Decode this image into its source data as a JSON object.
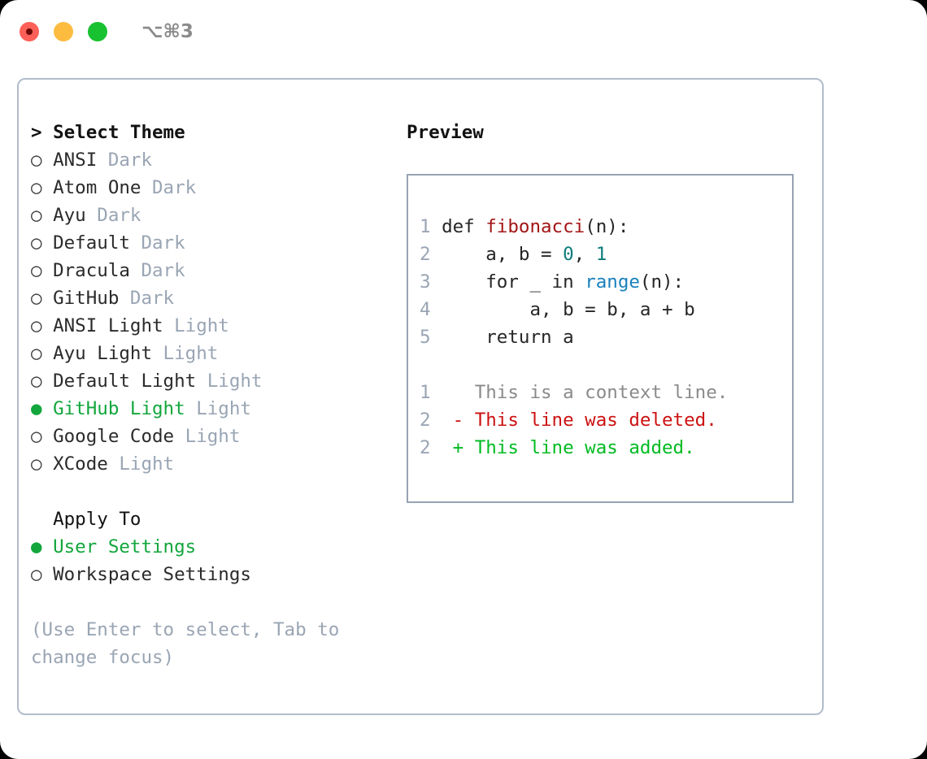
{
  "window": {
    "traffic_lights": [
      "close-dot",
      "minimize-dot",
      "maximize-dot"
    ],
    "shortcut": "⌥⌘3"
  },
  "theme_picker": {
    "header": "> Select Theme",
    "items": [
      {
        "marker": "○",
        "name": "ANSI",
        "variant": "Dark",
        "selected": false
      },
      {
        "marker": "○",
        "name": "Atom One",
        "variant": "Dark",
        "selected": false
      },
      {
        "marker": "○",
        "name": "Ayu",
        "variant": "Dark",
        "selected": false
      },
      {
        "marker": "○",
        "name": "Default",
        "variant": "Dark",
        "selected": false
      },
      {
        "marker": "○",
        "name": "Dracula",
        "variant": "Dark",
        "selected": false
      },
      {
        "marker": "○",
        "name": "GitHub",
        "variant": "Dark",
        "selected": false
      },
      {
        "marker": "○",
        "name": "ANSI Light",
        "variant": "Light",
        "selected": false
      },
      {
        "marker": "○",
        "name": "Ayu Light",
        "variant": "Light",
        "selected": false
      },
      {
        "marker": "○",
        "name": "Default Light",
        "variant": "Light",
        "selected": false
      },
      {
        "marker": "●",
        "name": "GitHub Light",
        "variant": "Light",
        "selected": true
      },
      {
        "marker": "○",
        "name": "Google Code",
        "variant": "Light",
        "selected": false
      },
      {
        "marker": "○",
        "name": "XCode",
        "variant": "Light",
        "selected": false
      }
    ]
  },
  "apply_to": {
    "header": "  Apply To",
    "options": [
      {
        "marker": "●",
        "label": "User Settings",
        "selected": true
      },
      {
        "marker": "○",
        "label": "Workspace Settings",
        "selected": false
      }
    ]
  },
  "hint": "(Use Enter to select, Tab to change focus)",
  "preview": {
    "title": "Preview",
    "code_lines": [
      {
        "num": "1",
        "tokens": [
          {
            "text": "def ",
            "kind": "plain"
          },
          {
            "text": "fibonacci",
            "kind": "func"
          },
          {
            "text": "(n):",
            "kind": "plain"
          }
        ]
      },
      {
        "num": "2",
        "tokens": [
          {
            "text": "    a, b = ",
            "kind": "plain"
          },
          {
            "text": "0",
            "kind": "num"
          },
          {
            "text": ", ",
            "kind": "plain"
          },
          {
            "text": "1",
            "kind": "num"
          }
        ]
      },
      {
        "num": "3",
        "tokens": [
          {
            "text": "    for _ in ",
            "kind": "plain"
          },
          {
            "text": "range",
            "kind": "builtin"
          },
          {
            "text": "(n):",
            "kind": "plain"
          }
        ]
      },
      {
        "num": "4",
        "tokens": [
          {
            "text": "        a, b = b, a + b",
            "kind": "plain"
          }
        ]
      },
      {
        "num": "5",
        "tokens": [
          {
            "text": "    return a",
            "kind": "plain"
          }
        ]
      }
    ],
    "diff_lines": [
      {
        "num": "1",
        "sign": "  ",
        "text": "This is a context line.",
        "kind": "ctx"
      },
      {
        "num": "2",
        "sign": "- ",
        "text": "This line was deleted.",
        "kind": "del"
      },
      {
        "num": "2",
        "sign": "+ ",
        "text": "This line was added.",
        "kind": "add"
      }
    ]
  },
  "colors": {
    "accent_green": "#12a63c",
    "muted": "#9aa5b4",
    "border": "#b2bccb",
    "preview_border": "#97a3b3",
    "func_red": "#a31515",
    "number_teal": "#0f7b7b",
    "builtin_blue": "#1a80bd",
    "diff_del_red": "#cc1212",
    "diff_add_green": "#00bb22",
    "traffic_red": "#fc6058",
    "traffic_yellow": "#fdbc40",
    "traffic_green": "#18c130"
  }
}
